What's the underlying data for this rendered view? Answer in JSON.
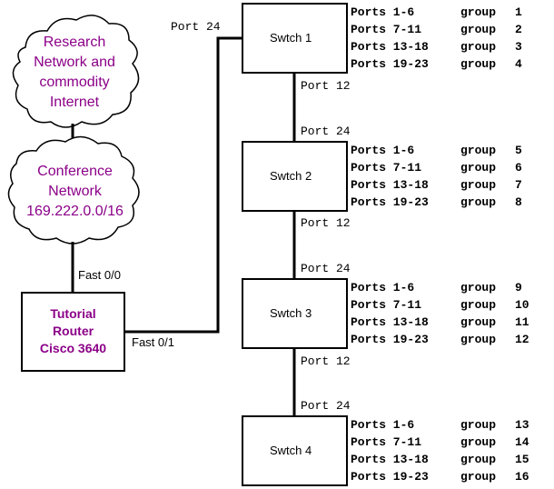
{
  "clouds": [
    {
      "lines": [
        "Research",
        "Network and",
        "commodity",
        "Internet"
      ]
    },
    {
      "lines": [
        "Conference",
        "Network",
        "169.222.0.0/16"
      ]
    }
  ],
  "router": {
    "lines": [
      "Tutorial",
      "Router",
      "Cisco 3640"
    ]
  },
  "interfaces": {
    "fast00": "Fast 0/0",
    "fast01": "Fast 0/1"
  },
  "switches": [
    {
      "name": "Swtch 1",
      "uplink": "Port 24",
      "downlink": "Port 12",
      "groups": [
        {
          "ports": "Ports 1-6",
          "word": "group",
          "num": "1"
        },
        {
          "ports": "Ports 7-11",
          "word": "group",
          "num": "2"
        },
        {
          "ports": "Ports 13-18",
          "word": "group",
          "num": "3"
        },
        {
          "ports": "Ports 19-23",
          "word": "group",
          "num": "4"
        }
      ]
    },
    {
      "name": "Swtch 2",
      "uplink": "Port 24",
      "downlink": "Port 12",
      "groups": [
        {
          "ports": "Ports 1-6",
          "word": "group",
          "num": "5"
        },
        {
          "ports": "Ports 7-11",
          "word": "group",
          "num": "6"
        },
        {
          "ports": "Ports 13-18",
          "word": "group",
          "num": "7"
        },
        {
          "ports": "Ports 19-23",
          "word": "group",
          "num": "8"
        }
      ]
    },
    {
      "name": "Swtch 3",
      "uplink": "Port 24",
      "downlink": "Port 12",
      "groups": [
        {
          "ports": "Ports 1-6",
          "word": "group",
          "num": "9"
        },
        {
          "ports": "Ports 7-11",
          "word": "group",
          "num": "10"
        },
        {
          "ports": "Ports 13-18",
          "word": "group",
          "num": "11"
        },
        {
          "ports": "Ports 19-23",
          "word": "group",
          "num": "12"
        }
      ]
    },
    {
      "name": "Swtch 4",
      "uplink": "Port 24",
      "groups": [
        {
          "ports": "Ports 1-6",
          "word": "group",
          "num": "13"
        },
        {
          "ports": "Ports 7-11",
          "word": "group",
          "num": "14"
        },
        {
          "ports": "Ports 13-18",
          "word": "group",
          "num": "15"
        },
        {
          "ports": "Ports 19-23",
          "word": "group",
          "num": "16"
        }
      ]
    }
  ],
  "colors": {
    "label": "#8b0088",
    "line": "#000000"
  }
}
